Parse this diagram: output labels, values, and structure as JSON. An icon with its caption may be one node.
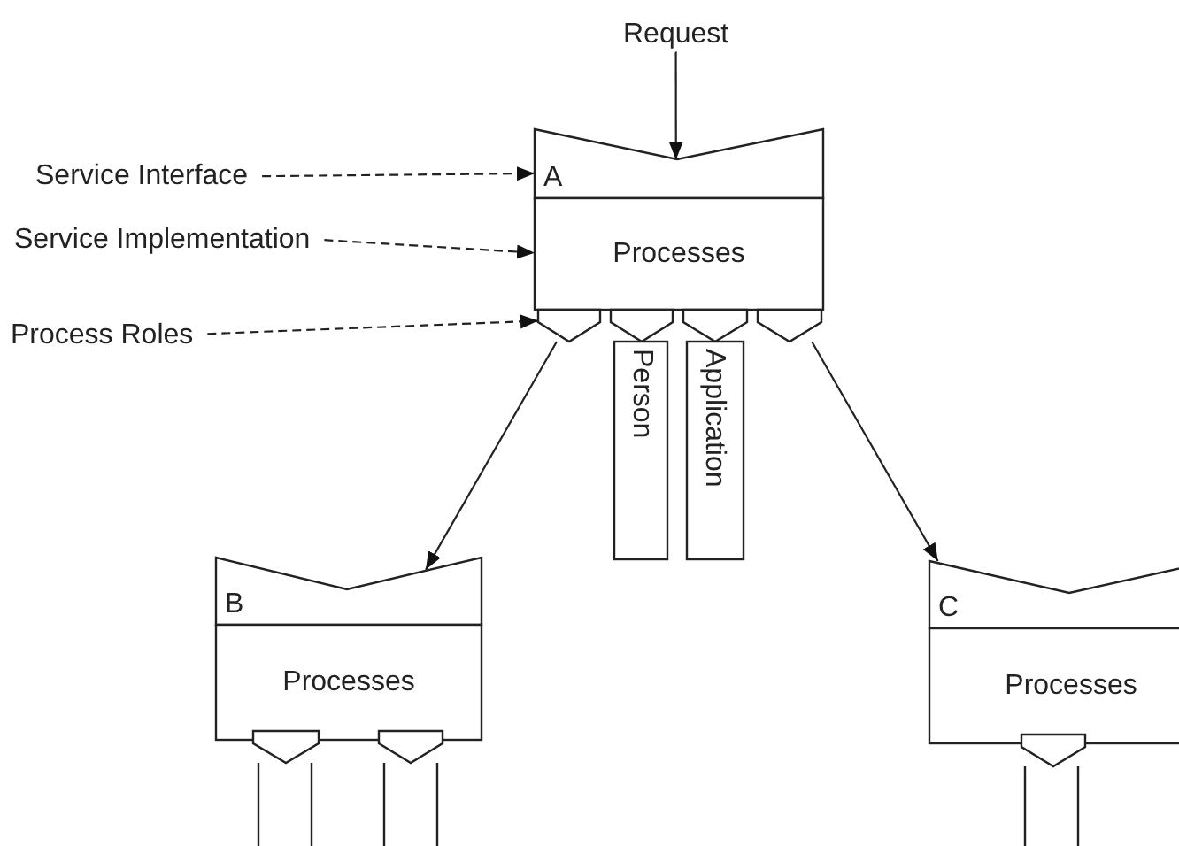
{
  "diagram": {
    "nodes": [
      {
        "text": [
          "Request"
        ]
      },
      {
        "text": [
          "A"
        ]
      },
      {
        "text": [
          "Processes"
        ]
      },
      {
        "text": [],
        "shape": "pentagon"
      },
      {
        "text": [],
        "shape": "pentagon"
      },
      {
        "text": [
          "Person"
        ]
      },
      {
        "text": [],
        "shape": "pentagon"
      },
      {
        "text": [
          "Application"
        ]
      },
      {
        "text": [],
        "shape": "pentagon"
      },
      {
        "text": [
          "Service Interface"
        ]
      },
      {
        "text": [
          "Service Implementation"
        ]
      },
      {
        "text": [
          "Process Roles"
        ]
      },
      {
        "text": [
          "B"
        ]
      },
      {
        "text": [
          "Processes"
        ]
      },
      {
        "text": [],
        "shape": "pentagon"
      },
      {
        "text": [],
        "shape": "pentagon"
      },
      {
        "text": [
          "C"
        ]
      },
      {
        "text": [
          "Processes"
        ]
      },
      {
        "text": [],
        "shape": "pentagon"
      }
    ],
    "edges": [
      {
        "from": 0,
        "to": 1,
        "arrow": "to"
      },
      {
        "from": 9,
        "to": 1,
        "arrow": "to",
        "style": "dashed"
      },
      {
        "from": 10,
        "to": 2,
        "arrow": "to",
        "style": "dashed"
      },
      {
        "from": 11,
        "to": 3,
        "arrow": "to",
        "style": "dashed"
      },
      {
        "from": 3,
        "to": 12,
        "arrow": "to"
      },
      {
        "from": 8,
        "to": 16,
        "arrow": "to"
      }
    ]
  }
}
